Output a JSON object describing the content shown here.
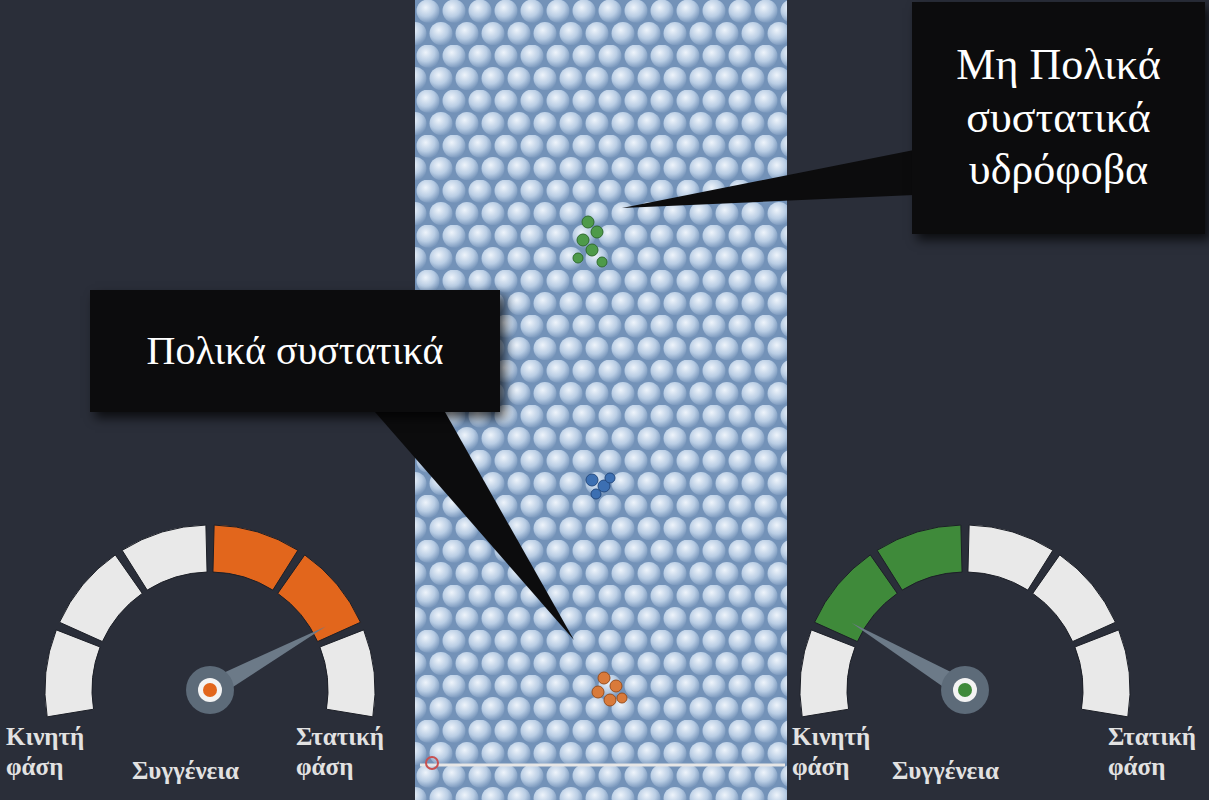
{
  "diagram": {
    "nodes": [
      {
        "text": [
          "Μη Πολικά συστατικά υδρόφοβα"
        ]
      },
      {
        "text": [
          "Πολικά συστατικά"
        ]
      }
    ],
    "labels": [
      "Κινητή φάση",
      "Συγγένεια",
      "Στατική φάση",
      "Κινητή φάση",
      "Συγγένεια",
      "Στατική φάση"
    ]
  }
}
